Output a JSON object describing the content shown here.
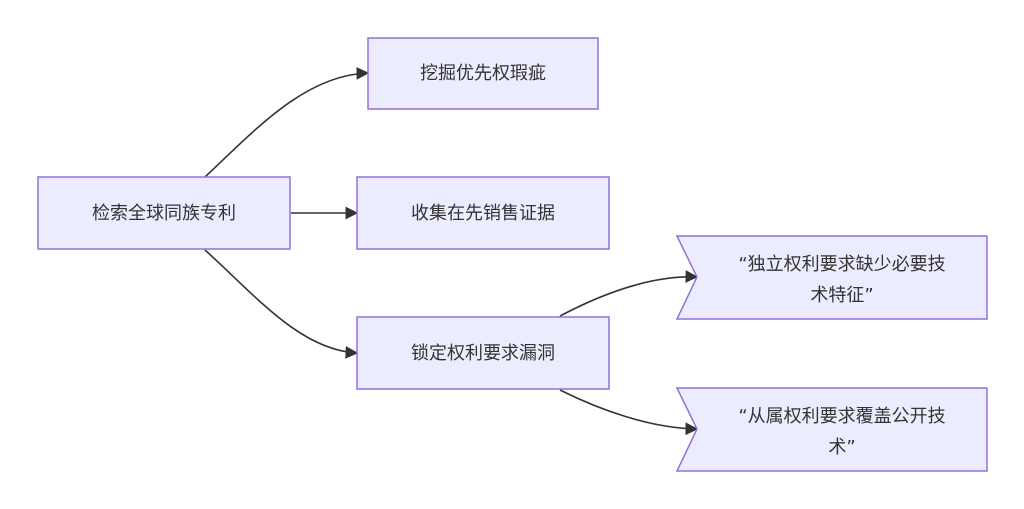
{
  "diagram": {
    "root": {
      "label": "检索全球同族专利"
    },
    "priority": {
      "label": "挖掘优先权瑕疵"
    },
    "prior_sale": {
      "label": "收集在先销售证据"
    },
    "claims": {
      "label": "锁定权利要求漏洞"
    },
    "independent": {
      "lines": [
        "“独立权利要求缺少必要技",
        "术特征”"
      ]
    },
    "dependent": {
      "lines": [
        "“从属权利要求覆盖公开技",
        "术”"
      ]
    }
  },
  "colors": {
    "node_fill": "#ECECFF",
    "node_stroke": "#9370DB",
    "edge": "#333333",
    "text": "#333333"
  }
}
